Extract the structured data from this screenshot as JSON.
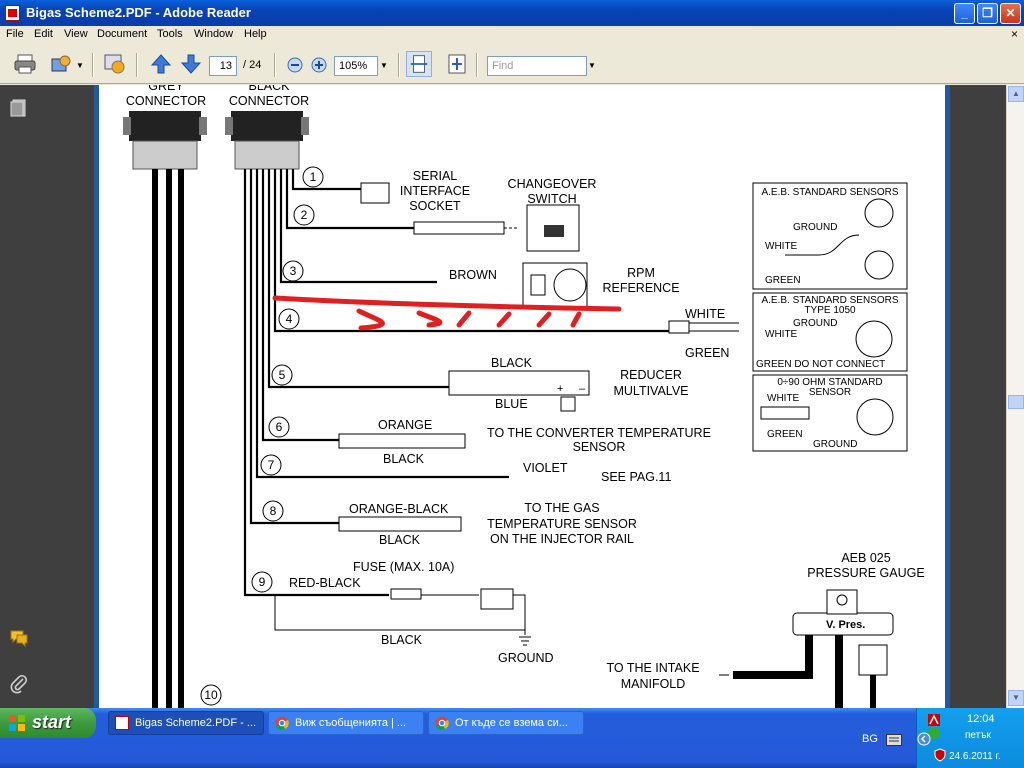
{
  "window": {
    "title": "Bigas Scheme2.PDF - Adobe Reader"
  },
  "menu": [
    "File",
    "Edit",
    "View",
    "Document",
    "Tools",
    "Window",
    "Help"
  ],
  "toolbar": {
    "page_current": "13",
    "page_total": "/ 24",
    "zoom": "105%",
    "find_placeholder": "Find"
  },
  "scheme": {
    "grey_connector": [
      "GREY",
      "CONNECTOR"
    ],
    "black_connector": [
      "BLACK",
      "CONNECTOR"
    ],
    "numbers": [
      "1",
      "2",
      "3",
      "4",
      "5",
      "6",
      "7",
      "8",
      "9",
      "10"
    ],
    "serial": [
      "SERIAL",
      "INTERFACE",
      "SOCKET"
    ],
    "changeover": [
      "CHANGEOVER",
      "SWITCH"
    ],
    "brown": "BROWN",
    "rpm": [
      "RPM",
      "REFERENCE"
    ],
    "white": "WHITE",
    "green": "GREEN",
    "black": "BLACK",
    "blue": "BLUE",
    "reducer": [
      "REDUCER",
      "MULTIVALVE"
    ],
    "orange": "ORANGE",
    "converter": [
      "TO THE CONVERTER TEMPERATURE",
      "SENSOR"
    ],
    "violet": "VIOLET",
    "see_pag": "SEE PAG.11",
    "orange_black": "ORANGE-BLACK",
    "gas_temp": [
      "TO THE GAS",
      "TEMPERATURE SENSOR",
      "ON THE INJECTOR RAIL"
    ],
    "fuse": "FUSE (MAX. 10A)",
    "red_black": "RED-BLACK",
    "ground": "GROUND",
    "aeb_std": "A.E.B. STANDARD SENSORS",
    "aeb_1050": [
      "A.E.B. STANDARD SENSORS",
      "TYPE 1050"
    ],
    "green_dnc": "GREEN DO NOT CONNECT",
    "ohm_sensor": [
      "0÷90 OHM STANDARD",
      "SENSOR"
    ],
    "aeb025": [
      "AEB 025",
      "PRESSURE GAUGE"
    ],
    "vpres": "V.  Pres.",
    "intake": [
      "TO THE INTAKE",
      "MANIFOLD"
    ],
    "plus": "+",
    "minus": "–"
  },
  "taskbar": {
    "start": "start",
    "tasks": [
      "Bigas Scheme2.PDF - ...",
      "Виж съобщенията | ...",
      "От къде се взема си..."
    ],
    "lang": "BG",
    "time": "12:04",
    "day": "петък",
    "date": "24.6.2011 г."
  },
  "colors": {
    "accent_red": "#E02020",
    "titlebar": "#0842B5",
    "page_border": "#1E5AA8"
  }
}
